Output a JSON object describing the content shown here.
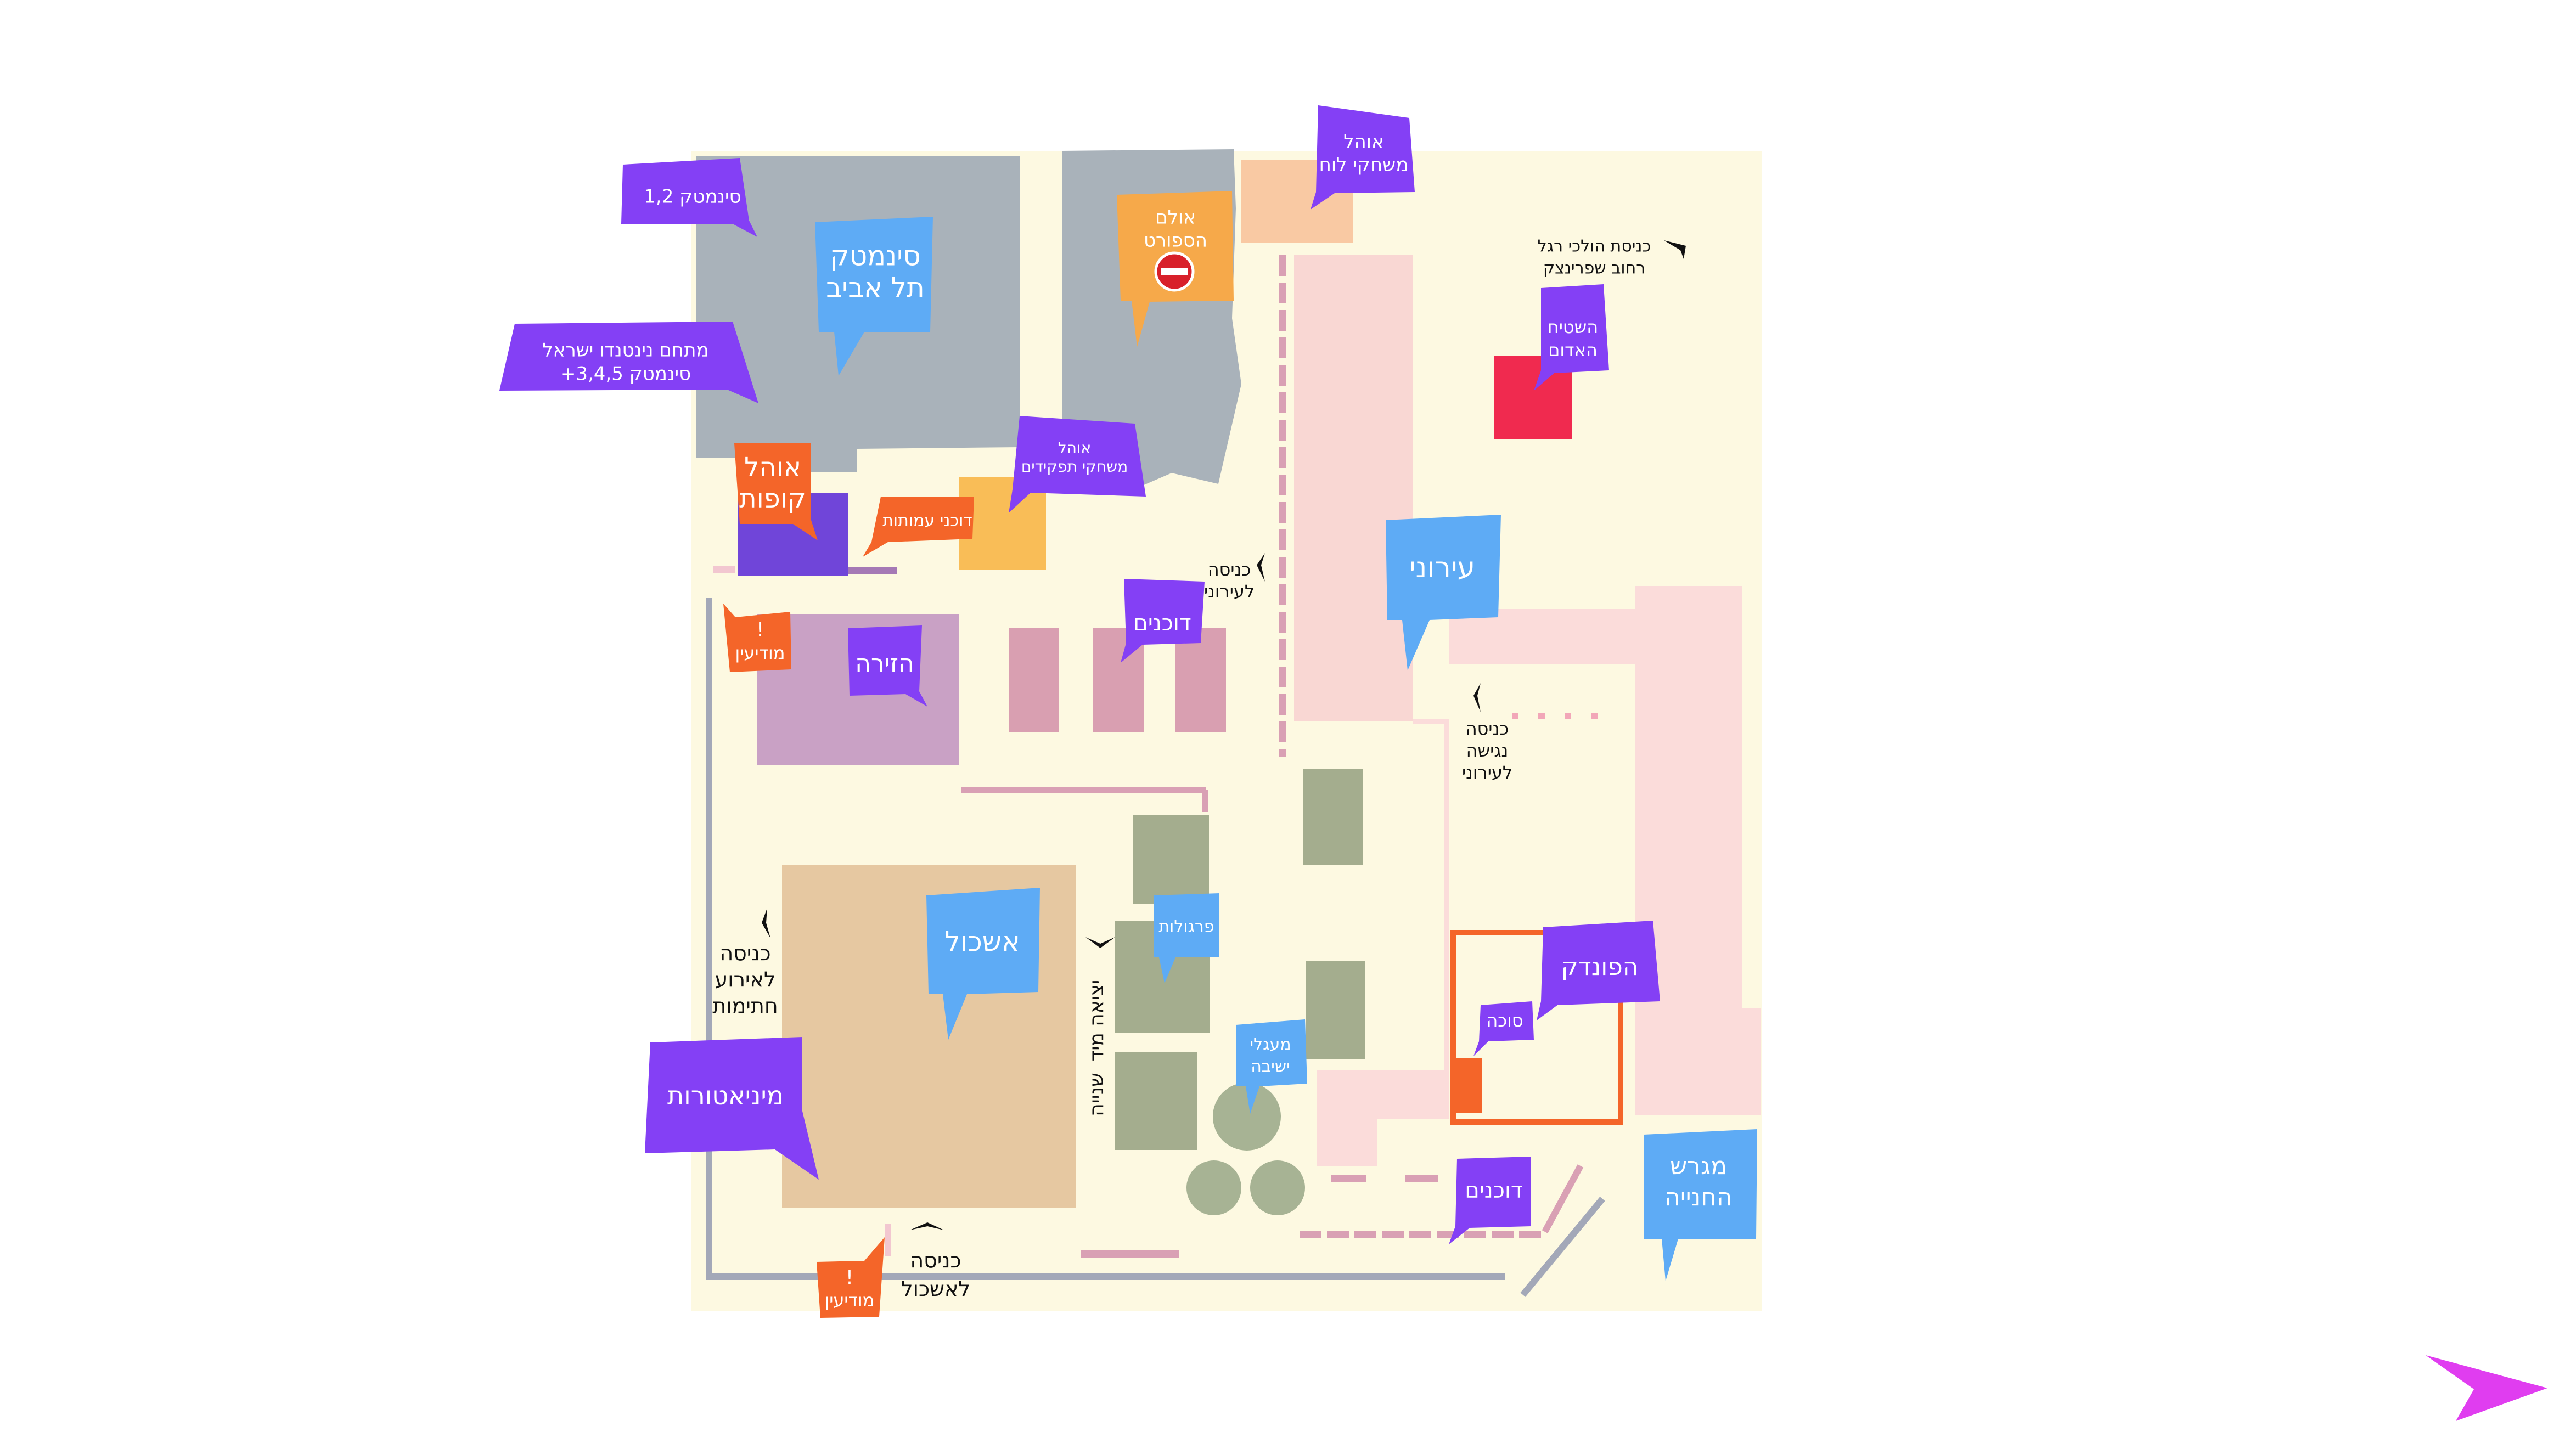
{
  "map": {
    "colors": {
      "ground": "#fdf9e1",
      "building_gray": "#a9b2ba",
      "zone_pink": "#fbdcda",
      "cinema_pink": "#f8d8d5",
      "booth_pink": "#d99fb1",
      "path_pink": "#d9a0b4",
      "green_block": "#a4ad8e",
      "tree": "#a7b394",
      "eshkol": "#e6c8a1",
      "hazira": "#c9a1c5",
      "purple_label": "#8440f5",
      "blue_label": "#5eabf5",
      "orange_label": "#f46529",
      "amber_label": "#f6a94a",
      "red_carpet": "#f02a4f",
      "fence": "#a3a8b8",
      "nav_arrow": "#e03df0"
    },
    "labels": {
      "cinematheque_12": "סינמטק 1,2",
      "cinematheque_ta_1": "סינמטק",
      "cinematheque_ta_2": "תל אביב",
      "nintendo_1": "מתחם נינטנדו ישראל",
      "nintendo_2": "+סינמטק 3,4,5",
      "sports_hall_1": "אולם",
      "sports_hall_2": "הספורט",
      "board_games_tent_1": "אוהל",
      "board_games_tent_2": "משחקי לוח",
      "pedestrian_entrance_1": "כניסת הולכי רגל",
      "pedestrian_entrance_2": "רחוב שפרינצק",
      "red_carpet_1": "השטיח",
      "red_carpet_2": "האדום",
      "rpg_tent_1": "אוהל",
      "rpg_tent_2": "משחקי תפקידים",
      "cashier_tent_1": "אוהל",
      "cashier_tent_2": "קופות",
      "stalls_columns": "דוכני עמותות",
      "iruni_entrance_1": "כניסה",
      "iruni_entrance_2": "לעירוני",
      "iruni": "עירוני",
      "info_1_mark": "!",
      "info_1": "מודיעין",
      "hazira": "הזירה",
      "stalls_center": "דוכנים",
      "access_entrance_1": "כניסה",
      "access_entrance_2": "נגישה",
      "access_entrance_3": "לעירוני",
      "signing_entrance_1": "כניסה",
      "signing_entrance_2": "לאירוע",
      "signing_entrance_3": "חתימות",
      "eshkol": "אשכול",
      "pergolas": "פרגולות",
      "exit_1": "יציאה מיד",
      "exit_2": "שנייה",
      "seating_1": "מעגלי",
      "seating_2": "ישיבה",
      "pundak": "הפונדק",
      "sukkah": "סוכה",
      "miniatures": "מיניאטורות",
      "stalls_bottom": "דוכנים",
      "parking_1": "מגרש",
      "parking_2": "החנייה",
      "eshkol_entrance_1": "כניסה",
      "eshkol_entrance_2": "לאשכול",
      "info_2_mark": "!",
      "info_2": "מודיעין"
    }
  }
}
